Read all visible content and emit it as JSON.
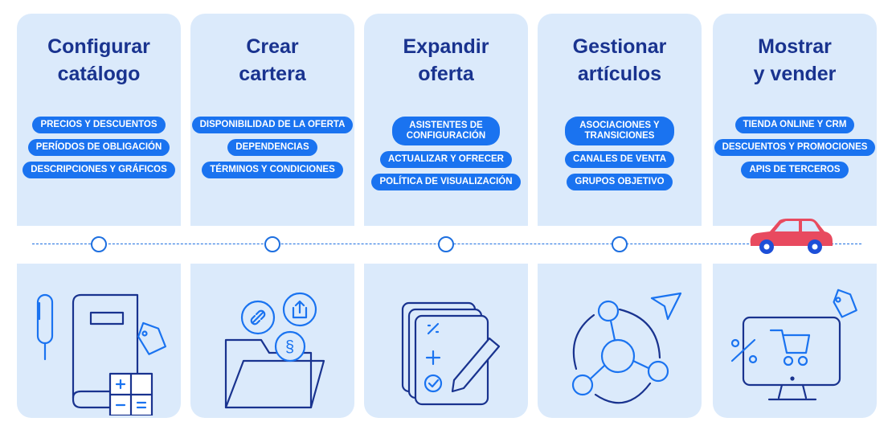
{
  "steps": [
    {
      "title": "Configurar\ncatálogo",
      "tags": [
        "PRECIOS Y DESCUENTOS",
        "PERÍODOS DE OBLIGACIÓN",
        "DESCRIPCIONES Y GRÁFICOS"
      ],
      "icon": "catalog-book-calculator-icon"
    },
    {
      "title": "Crear\ncartera",
      "tags": [
        "DISPONIBILIDAD DE LA OFERTA",
        "DEPENDENCIAS",
        "TÉRMINOS Y CONDICIONES"
      ],
      "icon": "folder-link-share-icon"
    },
    {
      "title": "Expandir\noferta",
      "tags": [
        "ASISTENTES DE\nCONFIGURACIÓN",
        "ACTUALIZAR Y OFRECER",
        "POLÍTICA DE VISUALIZACIÓN"
      ],
      "icon": "document-pencil-icon"
    },
    {
      "title": "Gestionar\nartículos",
      "tags": [
        "ASOCIACIONES Y\nTRANSICIONES",
        "CANALES DE VENTA",
        "GRUPOS OBJETIVO"
      ],
      "icon": "network-cycle-icon"
    },
    {
      "title": "Mostrar\ny vender",
      "tags": [
        "TIENDA ONLINE Y CRM",
        "DESCUENTOS Y PROMOCIONES",
        "APIS DE TERCEROS"
      ],
      "icon": "monitor-cart-icon"
    }
  ],
  "colors": {
    "card": "#dbeafb",
    "title": "#19338f",
    "pill": "#1a73f0",
    "line": "#1d6fe0",
    "car": "#e84a5f"
  }
}
